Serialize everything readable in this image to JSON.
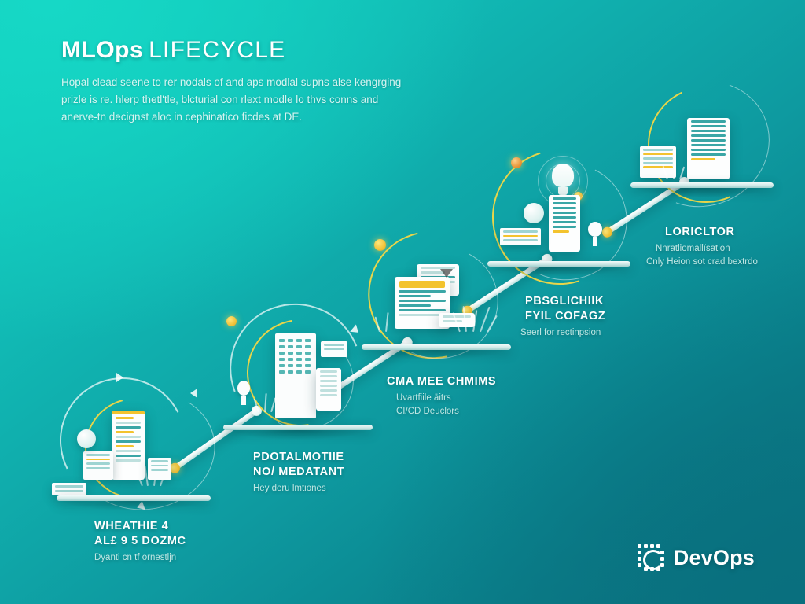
{
  "poster": {
    "title_strong": "MLOps",
    "title_light": "LIFECYCLE",
    "subtitle_lines": [
      "Hopal clead seene to rer nodals of and aps modlal supns alse kengrging",
      "prizle is re. hlerp thetl'tle, blcturial con rlext modle lo thvs conns and",
      "anerve-tn decignst aloc in cephinatico ficdes at DE."
    ],
    "background": {
      "top_left": "#11cfbd",
      "bottom_right": "#0a727f",
      "accent_gold": "#f2c33c",
      "accent_white": "#ffffff"
    }
  },
  "stages": [
    {
      "index": "1",
      "label_line1": "WHEATHIE 4",
      "label_line2": "AL£ 9 5 DOZMC",
      "sub1": "Dyanti cn tf ornestljn",
      "sub2": "",
      "illustration": "data-ingestion-illustration"
    },
    {
      "index": "2",
      "label_line1": "PDOTALMOTIIE",
      "label_line2": "NO/ MEDATANT",
      "sub1": "Hey deru lmtiones",
      "sub2": "",
      "illustration": "model-training-illustration"
    },
    {
      "index": "3",
      "label_line1": "CMA MEE CHMIMS",
      "label_line2": "",
      "sub1": "Uvartfiile āitrs",
      "sub2": "CI/CD Deuclors",
      "illustration": "cicd-pipeline-illustration"
    },
    {
      "index": "4",
      "label_line1": "PBSGLICHIIK",
      "label_line2": "FYIL COFAGZ",
      "sub1": "Seerl for rectinpsion",
      "sub2": "",
      "illustration": "innovation-bulb-illustration"
    },
    {
      "index": "5",
      "label_line1": "LORICLTOR",
      "label_line2": "",
      "sub1": "Nnratliomallïsation",
      "sub2": "Cnly Heion sot crad bextrdo",
      "illustration": "monitoring-illustration"
    }
  ],
  "logo": {
    "text": "DevOps",
    "mark": "dotted-swirl-logomark"
  }
}
